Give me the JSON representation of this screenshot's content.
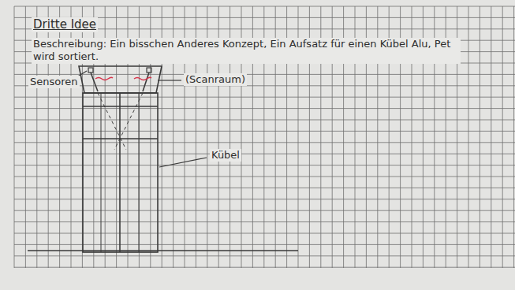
{
  "diagram": {
    "title": "Dritte Idee",
    "labels": [
      "Beschreibung: Ein bisschen Anderes Konzept, Ein Aufsatz für einen Kübel Alu, Pet wird sortiert.",
      "Sensoren",
      "(Scanraum)",
      "Kübel"
    ]
  }
}
